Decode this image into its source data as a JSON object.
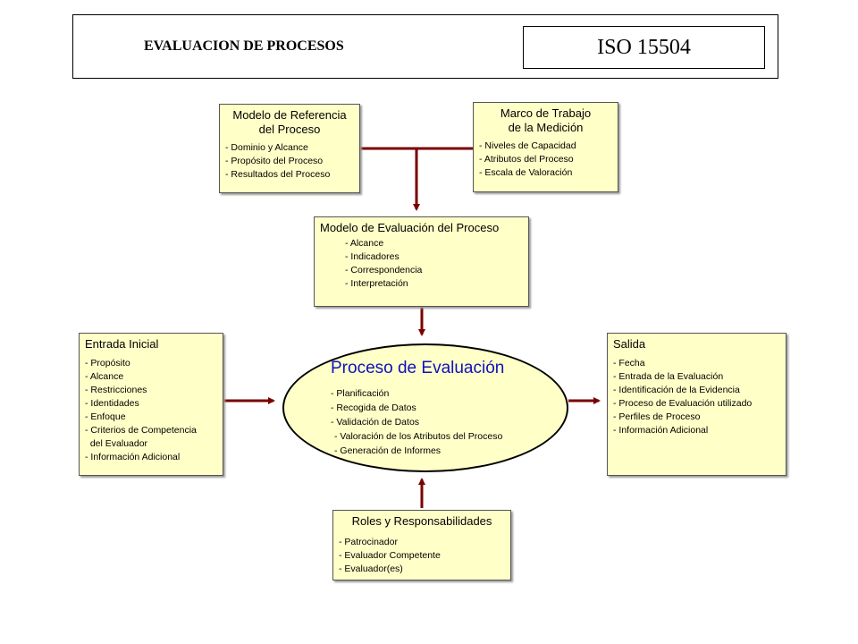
{
  "header": {
    "title": "EVALUACION DE PROCESOS",
    "standard": "ISO 15504"
  },
  "modelo_referencia": {
    "title_line1": "Modelo de Referencia",
    "title_line2": "del Proceso",
    "items": [
      "- Dominio y Alcance",
      "- Propósito del Proceso",
      "- Resultados del Proceso"
    ]
  },
  "marco_trabajo": {
    "title_line1": "Marco de Trabajo",
    "title_line2": "de la Medición",
    "items": [
      "- Niveles de Capacidad",
      "- Atributos del Proceso",
      "- Escala de Valoración"
    ]
  },
  "modelo_evaluacion": {
    "title": "Modelo de Evaluación del Proceso",
    "items": [
      "- Alcance",
      "- Indicadores",
      "- Correspondencia",
      "- Interpretación"
    ]
  },
  "entrada_inicial": {
    "title": "Entrada Inicial",
    "items": [
      "- Propósito",
      "- Alcance",
      "- Restricciones",
      "- Identidades",
      "- Enfoque",
      "- Criterios de Competencia",
      "  del Evaluador",
      "- Información Adicional"
    ]
  },
  "proceso_evaluacion": {
    "title": "Proceso de Evaluación",
    "items": [
      "- Planificación",
      "- Recogida de Datos",
      "- Validación de Datos",
      "- Valoración de los Atributos del Proceso",
      "- Generación de Informes"
    ]
  },
  "salida": {
    "title": "Salida",
    "items": [
      "- Fecha",
      "- Entrada de la Evaluación",
      "- Identificación de la Evidencia",
      "- Proceso de Evaluación utilizado",
      "- Perfiles de Proceso",
      "- Información Adicional"
    ]
  },
  "roles": {
    "title": "Roles y Responsabilidades",
    "items": [
      "- Patrocinador",
      "- Evaluador Competente",
      "- Evaluador(es)"
    ]
  },
  "colors": {
    "arrow": "#7a0000",
    "box_fill": "#ffffc8",
    "ellipse_title": "#1010c0"
  }
}
